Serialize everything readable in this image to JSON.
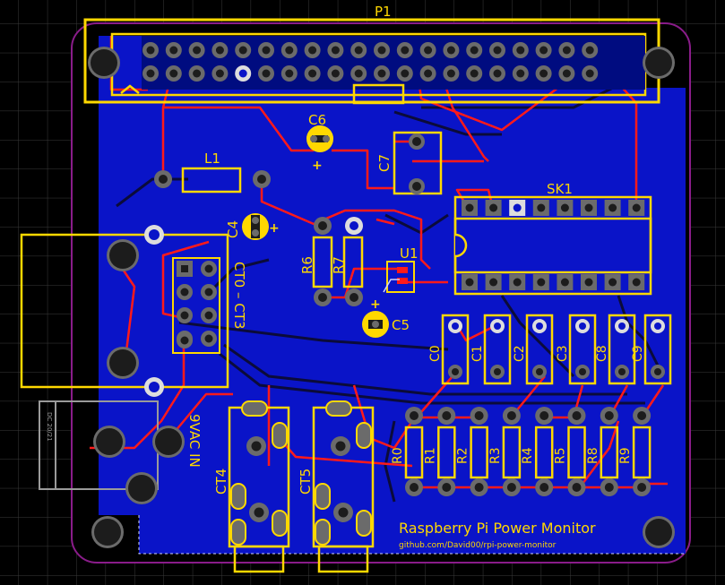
{
  "board": {
    "colors": {
      "background": "#000000",
      "grid": "#3a3a3a",
      "outline": "#8a1c8a",
      "copper_fill": "#0a14c8",
      "copper_fill_dark": "#000c80",
      "top_trace": "#ff1a1a",
      "bottom_trace": "#0b0b3a",
      "silkscreen": "#ffd800",
      "pad_dark": "#1c1c1c",
      "pad_ring": "#6b6b6b",
      "dc_jack_outline": "#9a9a9a"
    },
    "labels": {
      "p1": "P1",
      "sk1": "SK1",
      "l1": "L1",
      "u1": "U1",
      "c4": "C4",
      "c5": "C5",
      "c6": "C6",
      "c7": "C7",
      "r6": "R6",
      "r7": "R7",
      "ct0_ct3": "CT0 – CT3",
      "ct4": "CT4",
      "ct5": "CT5",
      "vac_in": "9VAC IN",
      "dc_jack": "DC 20/21",
      "plus": "+",
      "title": "Raspberry Pi Power Monitor",
      "url": "github.com/David00/rpi-power-monitor"
    },
    "caps": [
      "C0",
      "C1",
      "C2",
      "C3",
      "C8",
      "C9"
    ],
    "resistors": [
      "R0",
      "R1",
      "R2",
      "R3",
      "R4",
      "R5",
      "R8",
      "R9"
    ]
  }
}
